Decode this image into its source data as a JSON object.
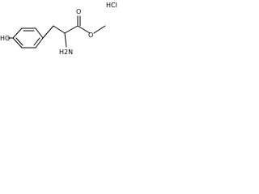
{
  "molecule": {
    "salt_label": "HCl",
    "hydroxyl_label": "HO",
    "amine_label": "H2N",
    "carbonyl_oxygen_label": "O",
    "ester_oxygen_label": "O"
  },
  "colors": {
    "ink": "#000000",
    "background": "#ffffff"
  }
}
